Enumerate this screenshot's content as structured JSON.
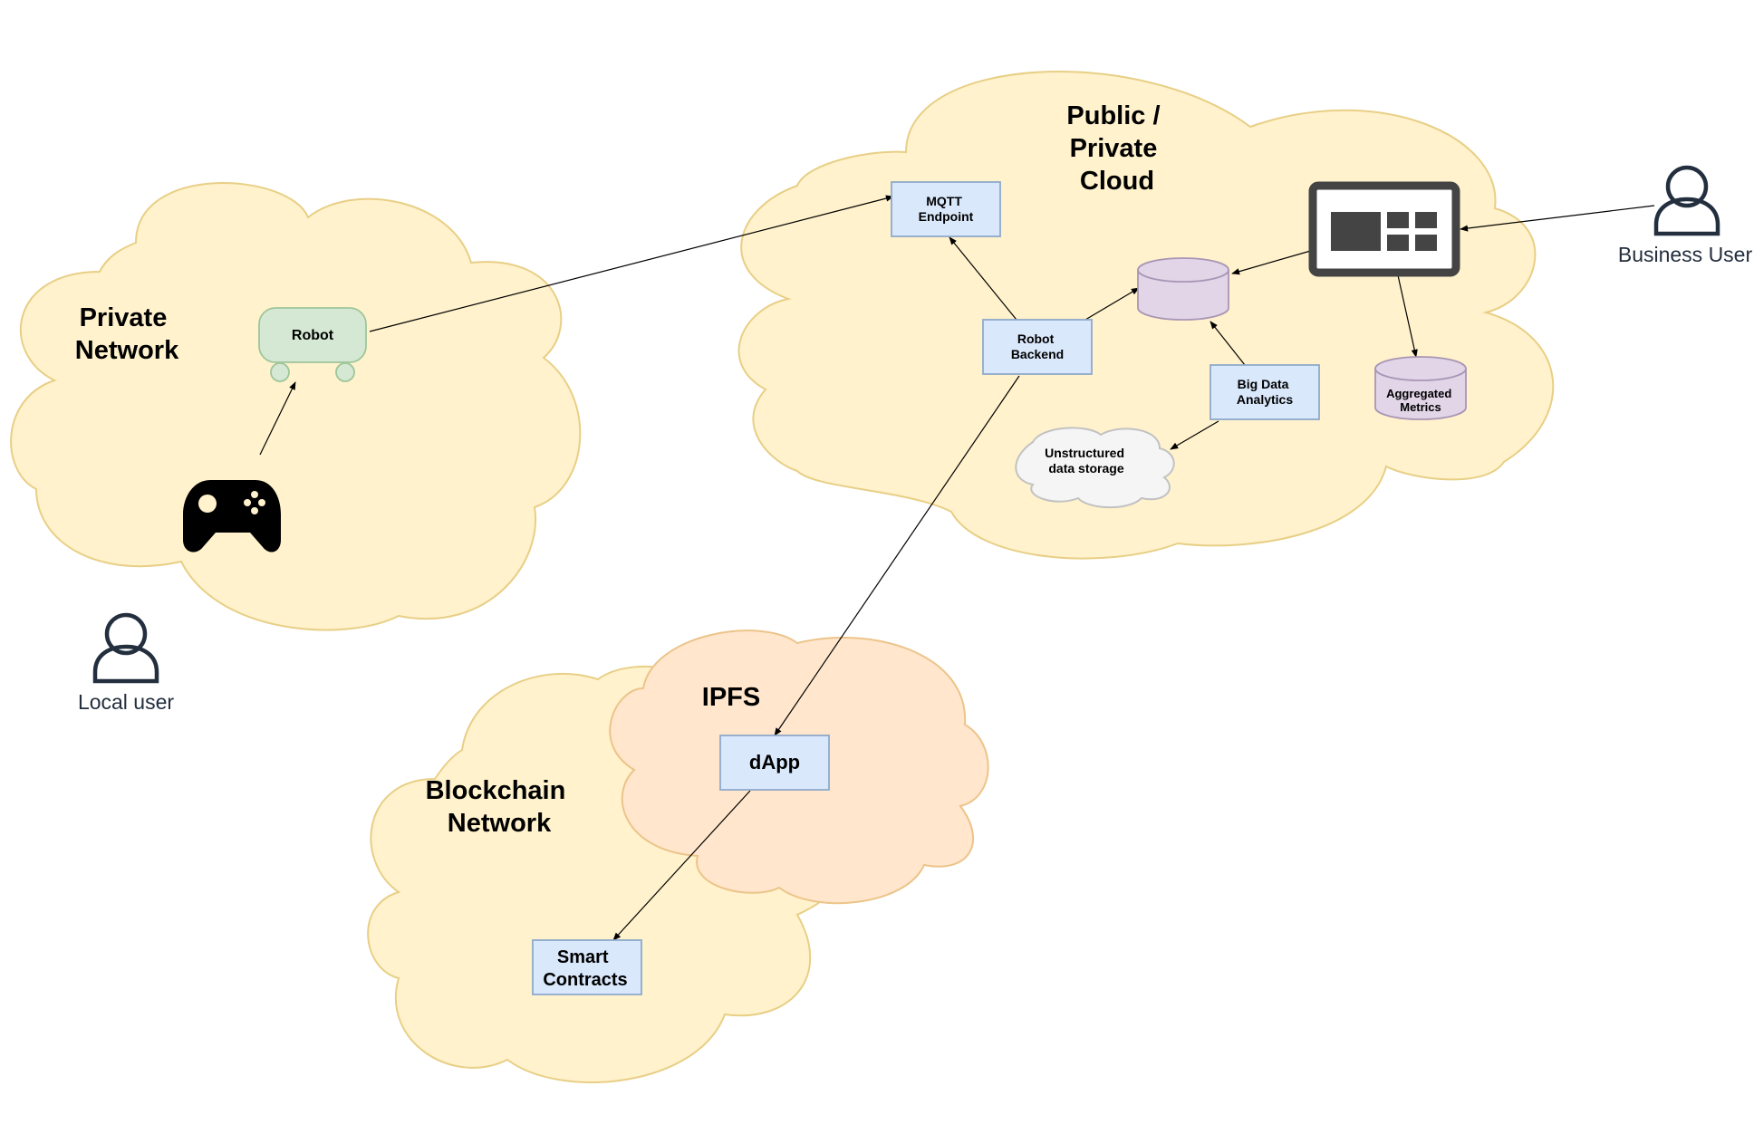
{
  "regions": {
    "private_network": "Private\nNetwork",
    "cloud": "Public /\nPrivate\nCloud",
    "blockchain": "Blockchain\nNetwork",
    "ipfs": "IPFS"
  },
  "nodes": {
    "robot": "Robot",
    "mqtt": "MQTT\nEndpoint",
    "backend": "Robot\nBackend",
    "bigdata": "Big Data\nAnalytics",
    "unstructured": "Unstructured\ndata storage",
    "aggregated": "Aggregated\nMetrics",
    "dapp": "dApp",
    "smart_contracts": "Smart\nContracts"
  },
  "actors": {
    "local_user": "Local user",
    "business_user": "Business User"
  },
  "icons": {
    "gamepad": "gamepad-icon",
    "dashboard": "dashboard-icon",
    "user": "user-icon",
    "database": "database-icon"
  },
  "colors": {
    "cloud_fill": "#fff2cc",
    "ipfs_fill": "#ffe6cc",
    "box_fill": "#dae8fc",
    "robot_fill": "#d5e8d4",
    "database_fill": "#e1d5e7",
    "actor_stroke": "#232f3e"
  }
}
